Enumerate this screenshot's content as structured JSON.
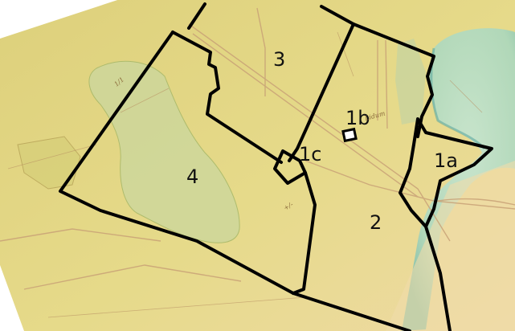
{
  "map": {
    "labels": {
      "p1a": "1a",
      "p1b": "1b",
      "p1c": "1c",
      "p2": "2",
      "p3": "3",
      "p4": "4"
    },
    "notes": {
      "road": "Lidum",
      "n1": "+/-",
      "n2": "1/1"
    },
    "colors": {
      "paper": "#e3d784",
      "paper_dark": "#d4c167",
      "wetland_green": "#cfd79a",
      "water_blue": "#a7d7c0",
      "water_edge": "#5da9a0",
      "parcel_border": "#000000",
      "road_brown": "#c9a277"
    }
  }
}
